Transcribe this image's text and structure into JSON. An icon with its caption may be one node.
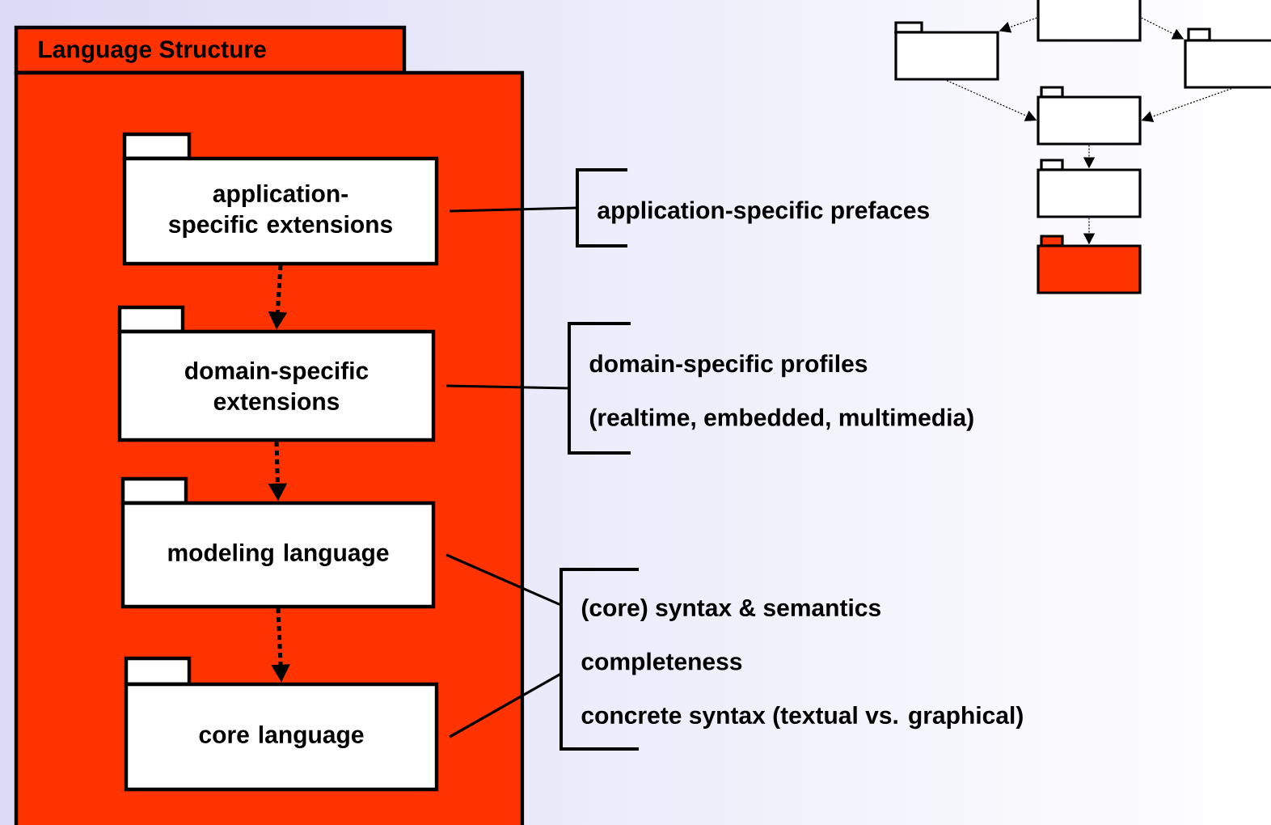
{
  "diagram": {
    "nodes": [
      {
        "text": [
          "Language Structure"
        ]
      },
      {
        "text": [
          "application-specific extensions"
        ],
        "in": 0
      },
      {
        "text": [
          "domain-specific extensions"
        ],
        "in": 0
      },
      {
        "text": [
          "modeling language"
        ],
        "in": 0
      },
      {
        "text": [
          "core language"
        ],
        "in": 0
      },
      {
        "text": [
          "application-specific prefaces"
        ]
      },
      {
        "text": [
          "domain-specific profiles",
          "(realtime, embedded, multimedia)"
        ]
      },
      {
        "text": [
          "(core) syntax & semantics",
          "completeness",
          "concrete syntax (textual vs. graphical)"
        ]
      },
      {
        "text": [],
        "shape": "box"
      },
      {
        "text": [],
        "shape": "box"
      },
      {
        "text": [],
        "shape": "box"
      },
      {
        "text": [],
        "shape": "box"
      },
      {
        "text": [],
        "shape": "box"
      },
      {
        "text": [],
        "shape": "box"
      }
    ],
    "edges": [
      {
        "from": 1,
        "to": 2,
        "arrow": "to",
        "style": "dashed"
      },
      {
        "from": 2,
        "to": 3,
        "arrow": "to",
        "style": "dashed"
      },
      {
        "from": 3,
        "to": 4,
        "arrow": "to",
        "style": "dashed"
      },
      {
        "from": 1,
        "to": 5,
        "arrow": "none"
      },
      {
        "from": 2,
        "to": 6,
        "arrow": "none"
      },
      {
        "from": 3,
        "to": 7,
        "arrow": "none"
      },
      {
        "from": 4,
        "to": 7,
        "arrow": "none"
      },
      {
        "from": 8,
        "to": 9,
        "arrow": "to",
        "style": "dashed"
      },
      {
        "from": 8,
        "to": 10,
        "arrow": "to",
        "style": "dashed"
      },
      {
        "from": 9,
        "to": 11,
        "arrow": "to",
        "style": "dashed"
      },
      {
        "from": 10,
        "to": 11,
        "arrow": "to",
        "style": "dashed"
      },
      {
        "from": 11,
        "to": 12,
        "arrow": "to",
        "style": "dashed"
      },
      {
        "from": 12,
        "to": 13,
        "arrow": "to",
        "style": "dashed"
      }
    ]
  }
}
